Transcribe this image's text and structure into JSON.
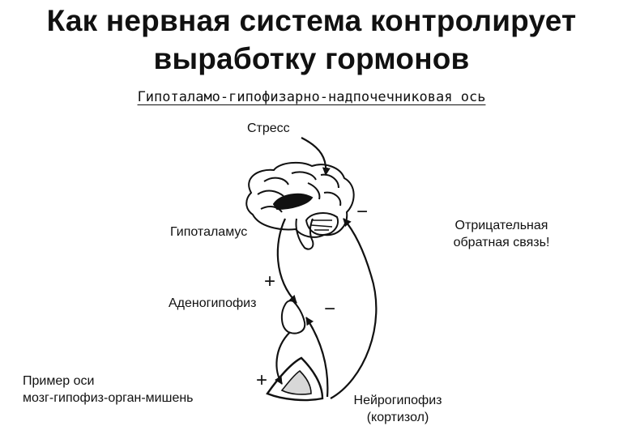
{
  "title_line1": "Как нервная система контролирует",
  "title_line2": "выработку гормонов",
  "subtitle": "Гипоталамо-гипофизарно-надпочечниковая ось",
  "labels": {
    "stress": "Стресс",
    "hypothalamus": "Гипоталамус",
    "adenohypophysis": "Аденогипофиз",
    "negative_feedback_1": "Отрицательная",
    "negative_feedback_2": "обратная связь!",
    "example_1": "Пример оси",
    "example_2": "мозг-гипофиз-орган-мишень",
    "neurohypophysis_1": "Нейрогипофиз",
    "neurohypophysis_2": "(кортизол)"
  },
  "signs": {
    "plus_upper": "+",
    "plus_lower": "+",
    "minus_upper": "−",
    "minus_lower": "−"
  }
}
